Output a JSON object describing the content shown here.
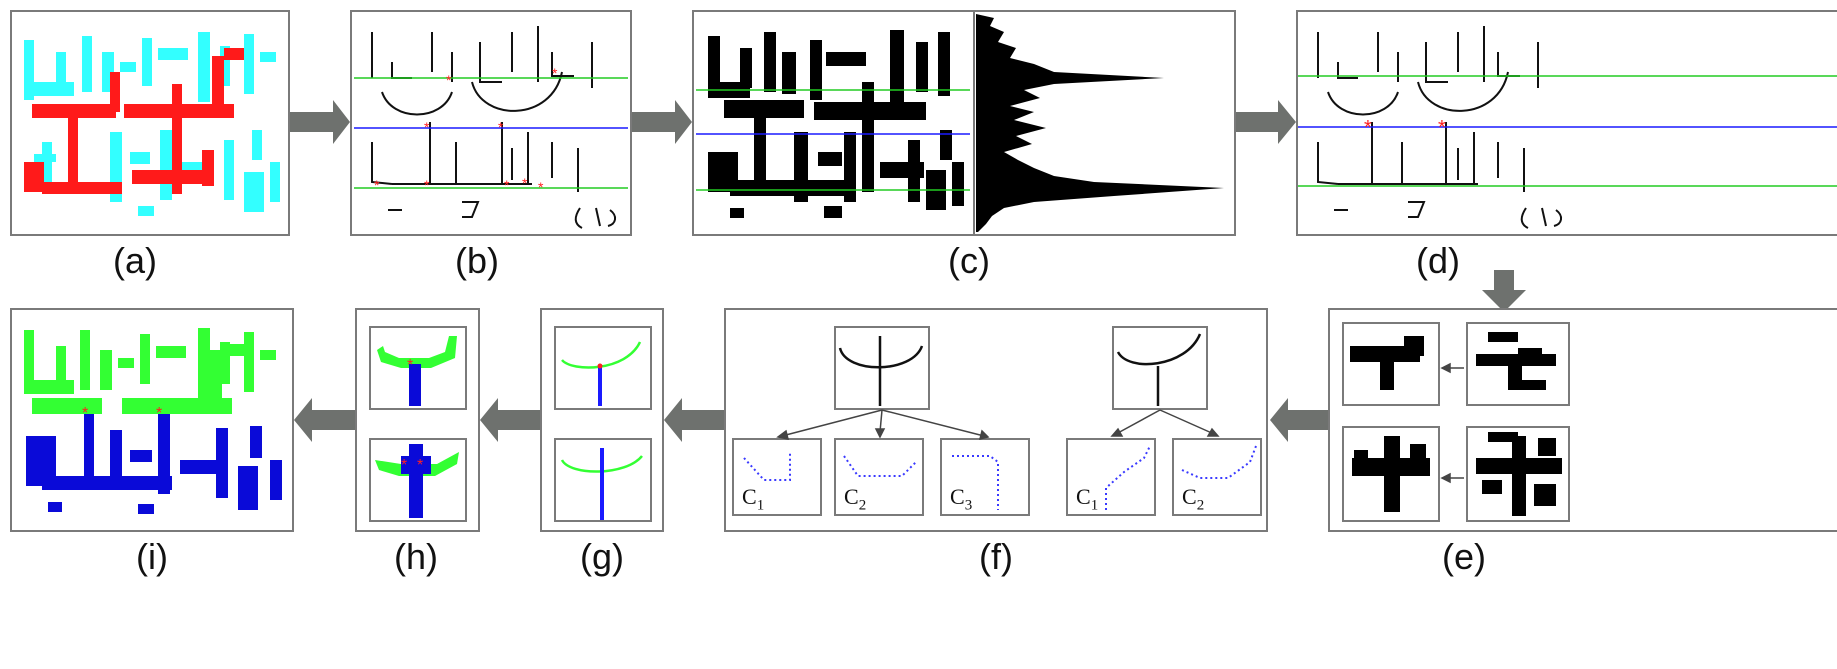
{
  "captions": {
    "a": "(a)",
    "b": "(b)",
    "c": "(c)",
    "d": "(d)",
    "e": "(e)",
    "f": "(f)",
    "g": "(g)",
    "h": "(h)",
    "i": "(i)"
  },
  "curve_labels": {
    "c1_left": "C",
    "c1_left_sub": "1",
    "c2_left": "C",
    "c2_left_sub": "2",
    "c3_left": "C",
    "c3_left_sub": "3",
    "c1_right": "C",
    "c1_right_sub": "1",
    "c2_right": "C",
    "c2_right_sub": "2"
  },
  "colors": {
    "upper_zone": "#33ffff",
    "overlap_component": "#ff1a1a",
    "green_line": "#22cc22",
    "blue_line": "#1a1aff",
    "point_marker": "#ff2020",
    "arrow": "#6e716e",
    "curve_points": "#3a3aff",
    "result_green": "#33ff33",
    "result_blue": "#0a0ad8"
  }
}
